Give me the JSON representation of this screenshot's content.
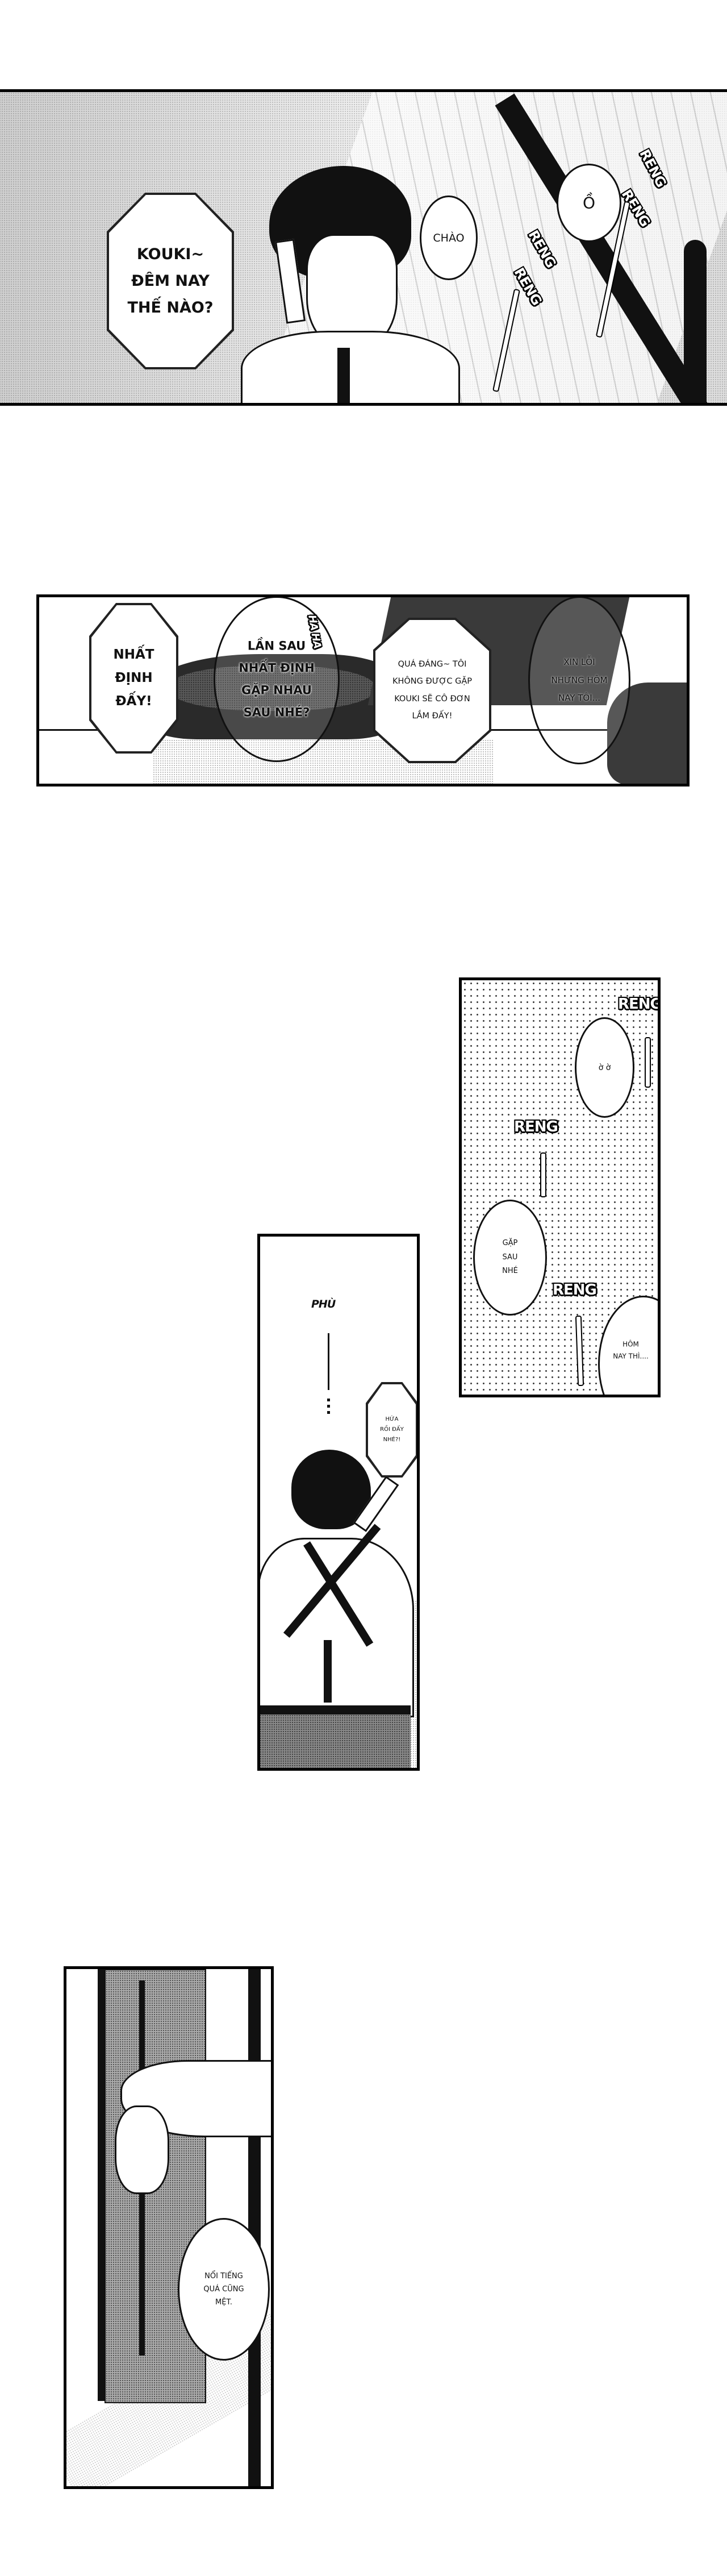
{
  "panels": [
    {
      "name": "phone-call-panel",
      "bubbles": [
        {
          "id": "kouki",
          "text": "KOUKI~\nĐÊM NAY\nTHẾ NÀO?"
        },
        {
          "id": "chao",
          "text": "CHÀO"
        },
        {
          "id": "o",
          "text": "Ồ"
        }
      ],
      "sfx": [
        "RENG",
        "RENG",
        "RENG",
        "RENG"
      ]
    },
    {
      "name": "shoes-panel",
      "bubbles": [
        {
          "id": "nhat-dinh",
          "text": "NHẤT\nĐỊNH\nĐẤY!"
        },
        {
          "id": "lan-sau",
          "text": "LẦN SAU\nNHẤT ĐỊNH\nGẶP NHAU\nSAU NHÉ?"
        },
        {
          "id": "qua-dang",
          "text": "QUÁ ĐÁNG~ TÔI\nKHÔNG ĐƯỢC GẶP\nKOUKI SẼ CÔ ĐƠN\nLẮM ĐẤY!"
        },
        {
          "id": "xin-loi",
          "text": "XIN LỖI\nNHƯNG HÔM\nNAY TÔI..."
        }
      ],
      "sfx": [
        "HA HA"
      ]
    },
    {
      "name": "ringing-panel",
      "bubbles": [
        {
          "id": "o-o",
          "text": "ờ ờ"
        },
        {
          "id": "gap-sau",
          "text": "GẶP\nSAU\nNHÉ"
        },
        {
          "id": "hom-nay",
          "text": "HÔM\nNAY THÌ...."
        }
      ],
      "sfx": [
        "RENG",
        "RENG",
        "RENG"
      ]
    },
    {
      "name": "back-view-panel",
      "bubbles": [
        {
          "id": "hua",
          "text": "HỨA\nRỒI ĐẤY\nNHÉ?!"
        }
      ],
      "sfx": [
        "PHÙ"
      ]
    },
    {
      "name": "door-panel",
      "bubbles": [
        {
          "id": "noi-tieng",
          "text": "NỔI TIẾNG\nQUÁ CŨNG\nMỆT."
        }
      ]
    }
  ]
}
